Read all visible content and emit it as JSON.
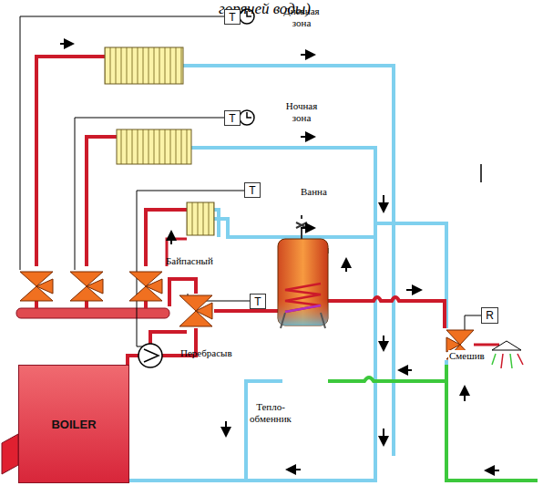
{
  "diagram": {
    "title": "горячей воды)",
    "nodes": [
      {
        "text": [
          "T"
        ]
      },
      {
        "text": [
          "T"
        ]
      },
      {
        "text": [
          "T"
        ]
      },
      {
        "text": [
          "T"
        ]
      },
      {
        "text": [
          "R"
        ]
      },
      {
        "text": [
          "BOILER"
        ]
      }
    ],
    "labels": [
      "Дневная зона",
      "Ночная зона",
      "Ванна",
      "Байпасный",
      "Перебрасыв",
      "Смешив",
      "Тепло- обменник"
    ]
  }
}
